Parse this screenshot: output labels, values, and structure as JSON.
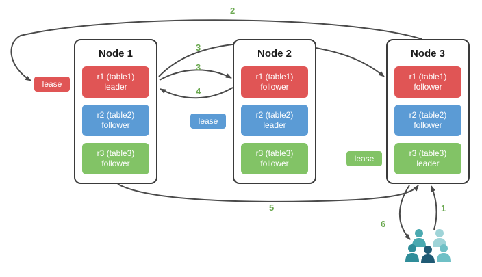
{
  "diagram": {
    "nodes": [
      {
        "title": "Node 1",
        "replicas": [
          {
            "line1": "r1 (table1)",
            "line2": "leader",
            "color": "#e05555"
          },
          {
            "line1": "r2 (table2)",
            "line2": "follower",
            "color": "#5b9bd5"
          },
          {
            "line1": "r3 (table3)",
            "line2": "follower",
            "color": "#82c366"
          }
        ]
      },
      {
        "title": "Node 2",
        "replicas": [
          {
            "line1": "r1 (table1)",
            "line2": "follower",
            "color": "#e05555"
          },
          {
            "line1": "r2 (table2)",
            "line2": "leader",
            "color": "#5b9bd5"
          },
          {
            "line1": "r3 (table3)",
            "line2": "follower",
            "color": "#82c366"
          }
        ]
      },
      {
        "title": "Node 3",
        "replicas": [
          {
            "line1": "r1 (table1)",
            "line2": "follower",
            "color": "#e05555"
          },
          {
            "line1": "r2 (table2)",
            "line2": "follower",
            "color": "#5b9bd5"
          },
          {
            "line1": "r3 (table3)",
            "line2": "leader",
            "color": "#82c366"
          }
        ]
      }
    ],
    "leases": [
      {
        "label": "lease",
        "color": "#e05555"
      },
      {
        "label": "lease",
        "color": "#5b9bd5"
      },
      {
        "label": "lease",
        "color": "#82c366"
      }
    ],
    "steps": {
      "s1": "1",
      "s2": "2",
      "s3a": "3",
      "s3b": "3",
      "s4": "4",
      "s5": "5",
      "s6": "6"
    },
    "icons": {
      "users": "users-icon"
    },
    "colors": {
      "range1_red": "#e05555",
      "range2_blue": "#5b9bd5",
      "range3_green": "#82c366",
      "step_label_green": "#6aa84f",
      "arrow_gray": "#4a4a4a",
      "node_border": "#3a3a3a"
    }
  }
}
